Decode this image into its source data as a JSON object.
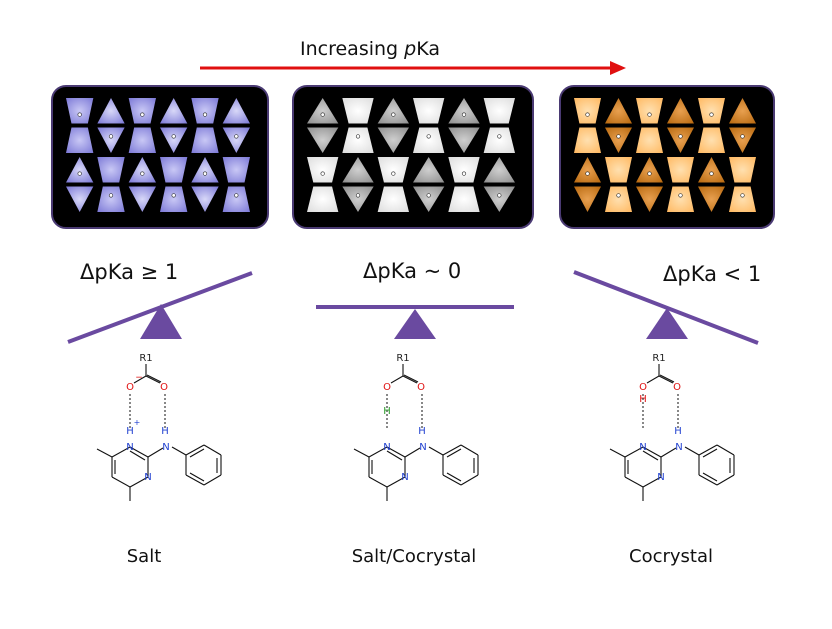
{
  "arrow_label_prefix": "Increasing ",
  "arrow_label_italic": "p",
  "arrow_label_suffix": "Ka",
  "panels": [
    {
      "delta_pka": "ΔpKa ≥ 1",
      "case_label": "Salt",
      "colors": {
        "panel_bg": "#000000",
        "border": "#4a3a73",
        "shape_fill": "#7b78d6",
        "shape_edge": "#c9c8f5",
        "alt_fill": "#7b78d6",
        "alt_edge": "#d8d8f8"
      },
      "molecule": {
        "r_label": "R1",
        "o_left": "O",
        "o_right": "O",
        "charge_o": "−",
        "h_bond_atom": "H",
        "n_top": "N",
        "charge_n": "+",
        "nh_h": "H",
        "nh_n": "N",
        "n_ring": "N"
      }
    },
    {
      "delta_pka": "ΔpKa ~ 0",
      "case_label": "Salt/Cocrystal",
      "colors": {
        "panel_bg": "#000000",
        "border": "#4a3a73",
        "shape_fill": "#dcdcdc",
        "shape_edge": "#ffffff",
        "alt_fill": "#8e8e8e",
        "alt_edge": "#cfcfcf"
      },
      "molecule": {
        "r_label": "R1",
        "o_left": "O",
        "o_right": "O",
        "h_bond_atom": "H",
        "n_top": "N",
        "nh_h": "H",
        "nh_n": "N",
        "n_ring": "N"
      }
    },
    {
      "delta_pka": "ΔpKa < 1",
      "case_label": "Cocrystal",
      "colors": {
        "panel_bg": "#000000",
        "border": "#4a3a73",
        "shape_fill": "#ffb860",
        "shape_edge": "#ffe0b0",
        "alt_fill": "#b8690f",
        "alt_edge": "#e8a050"
      },
      "molecule": {
        "r_label": "R1",
        "o_left": "O",
        "o_right": "O",
        "oh_h": "H",
        "n_top": "N",
        "nh_h": "H",
        "nh_n": "N",
        "n_ring": "N"
      }
    }
  ],
  "colors": {
    "arrow": "#e01010",
    "seesaw": "#6a4aa0",
    "atom_o": "#e01010",
    "atom_n": "#2040d0",
    "atom_h_bond": "#2a9a2a",
    "bond": "#111111"
  }
}
